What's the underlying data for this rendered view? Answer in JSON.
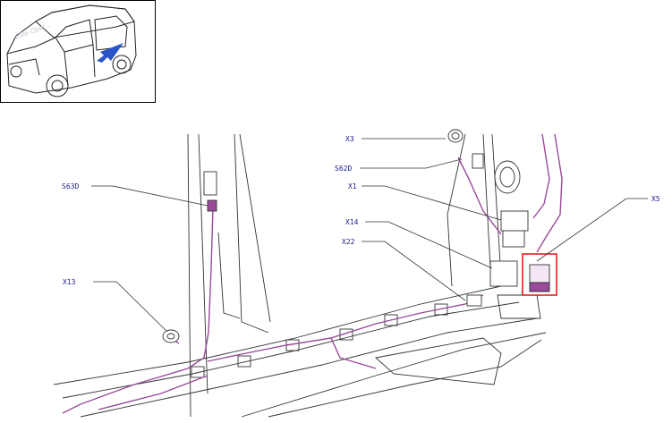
{
  "thumbnail": {
    "watermark": "Elite Opel..."
  },
  "callouts": [
    {
      "id": "x3",
      "text": "X3"
    },
    {
      "id": "s62d",
      "text": "S62D"
    },
    {
      "id": "x1",
      "text": "X1"
    },
    {
      "id": "x5",
      "text": "X5"
    },
    {
      "id": "s63d",
      "text": "S63D"
    },
    {
      "id": "x14",
      "text": "X14"
    },
    {
      "id": "x22",
      "text": "X22"
    },
    {
      "id": "x13",
      "text": "X13"
    }
  ],
  "colors": {
    "line": "#333333",
    "harness": "#9a4a9a",
    "highlight": "#e01010",
    "label": "#1a1a8a",
    "arrow": "#2a55c8"
  }
}
